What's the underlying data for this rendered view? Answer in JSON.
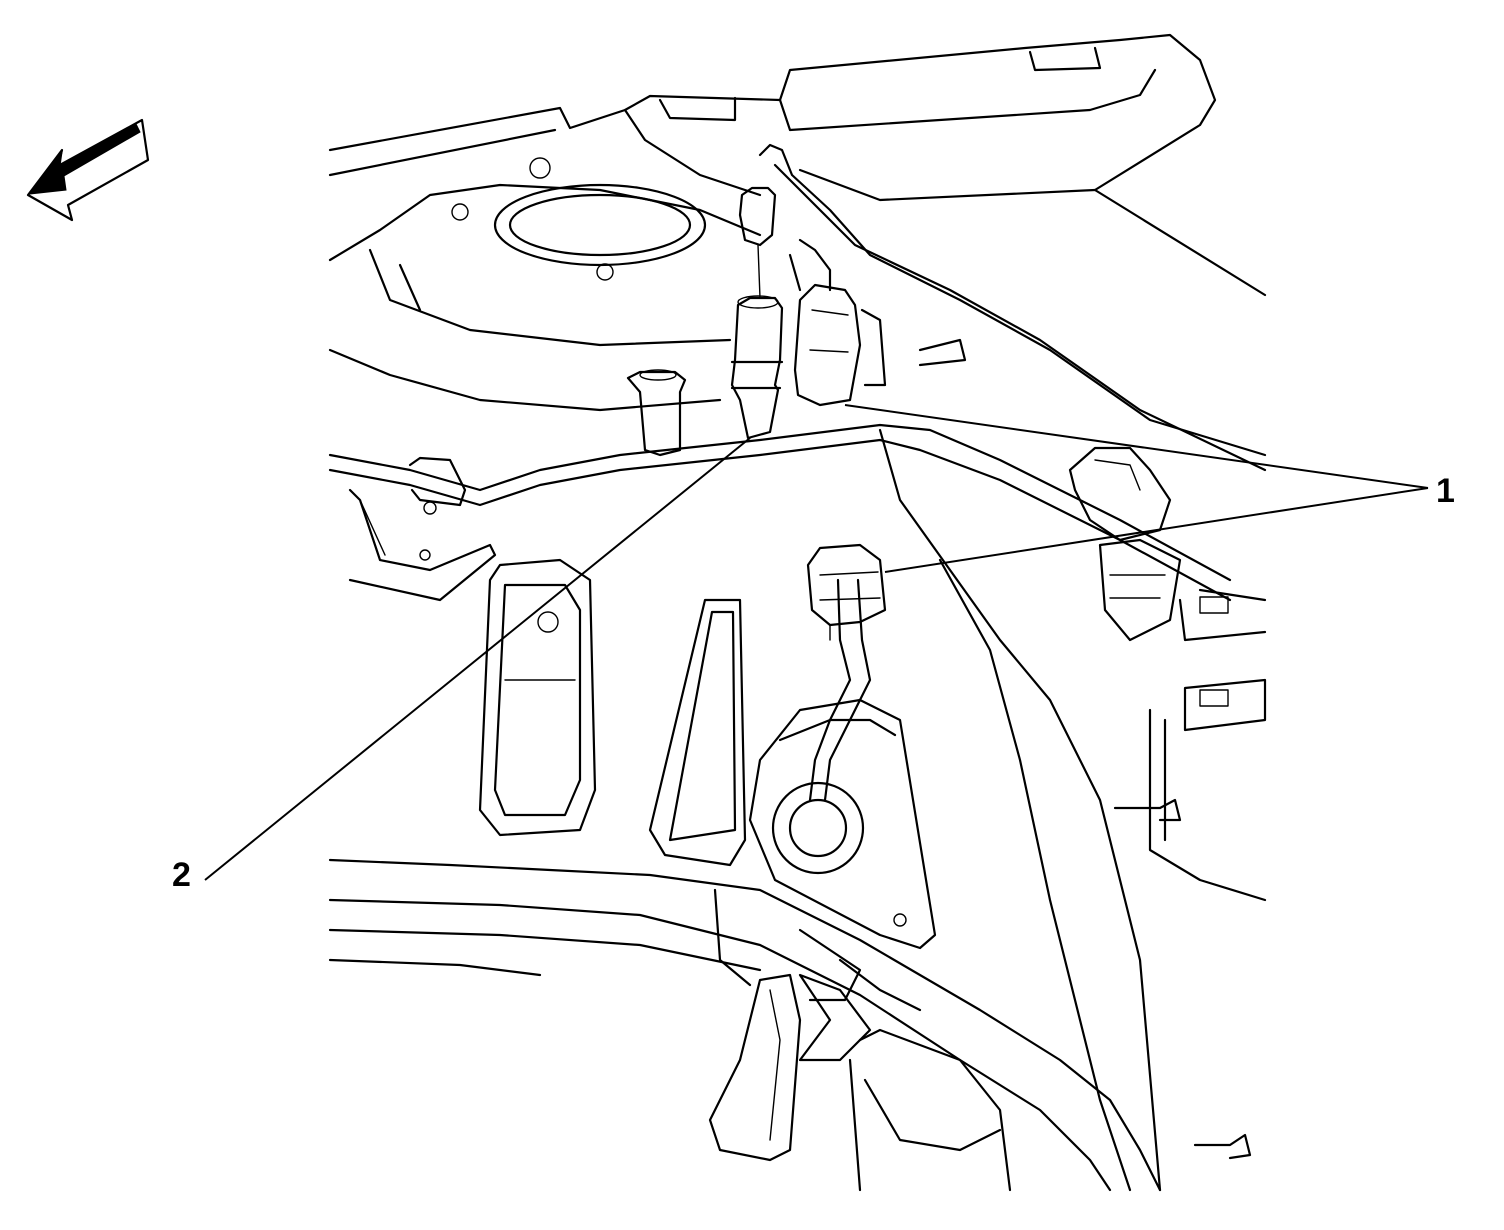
{
  "diagram": {
    "callouts": [
      {
        "id": "1",
        "label": "1"
      },
      {
        "id": "2",
        "label": "2"
      }
    ],
    "icons": {
      "direction_arrow": "front-direction-arrow-icon"
    },
    "colors": {
      "line": "#000000",
      "background": "#ffffff"
    }
  }
}
